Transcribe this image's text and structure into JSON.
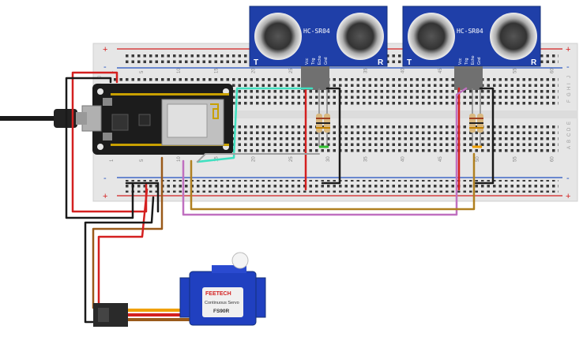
{
  "sensors": [
    {
      "model": "HC-SR04",
      "label_t": "T",
      "label_r": "R",
      "pins": [
        "Vcc",
        "Trig",
        "Echo",
        "Gnd"
      ]
    },
    {
      "model": "HC-SR04",
      "label_t": "T",
      "label_r": "R",
      "pins": [
        "Vcc",
        "Trig",
        "Echo",
        "Gnd"
      ]
    }
  ],
  "breadboard": {
    "col_numbers": [
      "1",
      "5",
      "10",
      "15",
      "20",
      "25",
      "30",
      "35",
      "40",
      "45",
      "50",
      "55",
      "60"
    ],
    "row_letters_top": [
      "J",
      "I",
      "H",
      "G",
      "F"
    ],
    "row_letters_bottom": [
      "E",
      "D",
      "C",
      "B",
      "A"
    ],
    "rail_plus": "+",
    "rail_minus": "-"
  },
  "servo": {
    "brand": "FEETECH",
    "subtitle": "Continuous Servo",
    "model": "FS90R"
  },
  "colors": {
    "red_wire": "#d42020",
    "black_wire": "#1a1a1a",
    "brown_wire": "#9a5a1a",
    "purple_wire": "#c070c0",
    "gold_wire": "#b08020",
    "teal_wire": "#40e0c0",
    "gray_wire": "#a0a0a0",
    "orange_wire": "#f0a000",
    "sensor_blue": "#1f3fa8",
    "servo_blue": "#2040c0",
    "board_black": "#1c1c1c"
  }
}
